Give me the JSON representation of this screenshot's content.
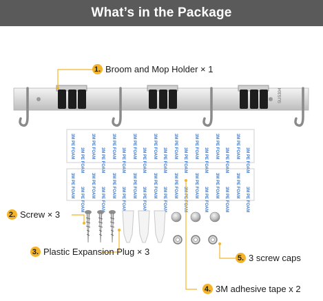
{
  "header": {
    "title": "What’s in the Package"
  },
  "items": [
    {
      "number": "1.",
      "label": "Broom and Mop Holder × 1"
    },
    {
      "number": "2.",
      "label": "Screw × 3"
    },
    {
      "number": "3.",
      "label": "Plastic Expansion Plug × 3"
    },
    {
      "number": "4.",
      "label": "3M adhesive tape x 2"
    },
    {
      "number": "5.",
      "label": "3 screw caps"
    }
  ],
  "tape_text": "3M PE FOAM",
  "rail_stamp": "SUS304",
  "colors": {
    "header": "#5a5a5a",
    "accent": "#f3b32a",
    "tape_blue": "#3f79c7"
  }
}
